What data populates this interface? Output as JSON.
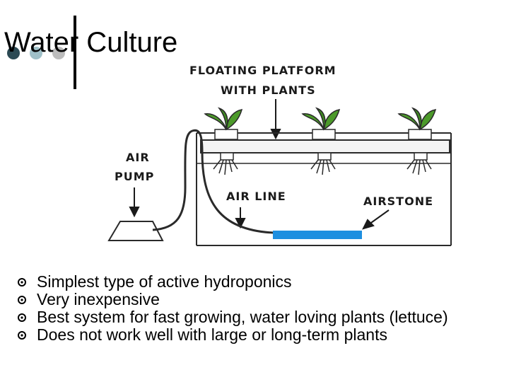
{
  "slide": {
    "title": "Water Culture",
    "accent_colors": [
      "#2c4a54",
      "#9fc0c8",
      "#bcbcbc"
    ]
  },
  "diagram": {
    "labels": {
      "floating_platform_line1": "FLOATING PLATFORM",
      "floating_platform_line2": "WITH PLANTS",
      "air_pump_line1": "AIR",
      "air_pump_line2": "PUMP",
      "air_line": "AIR LINE",
      "airstone": "AIRSTONE"
    },
    "airstone_color": "#1e8fe0"
  },
  "bullets": [
    {
      "text": "Simplest type of active hydroponics"
    },
    {
      "text": "Very inexpensive"
    },
    {
      "text": "Best system for fast growing, water loving plants (lettuce)"
    },
    {
      "text": "Does not work well with large or long-term plants"
    }
  ]
}
